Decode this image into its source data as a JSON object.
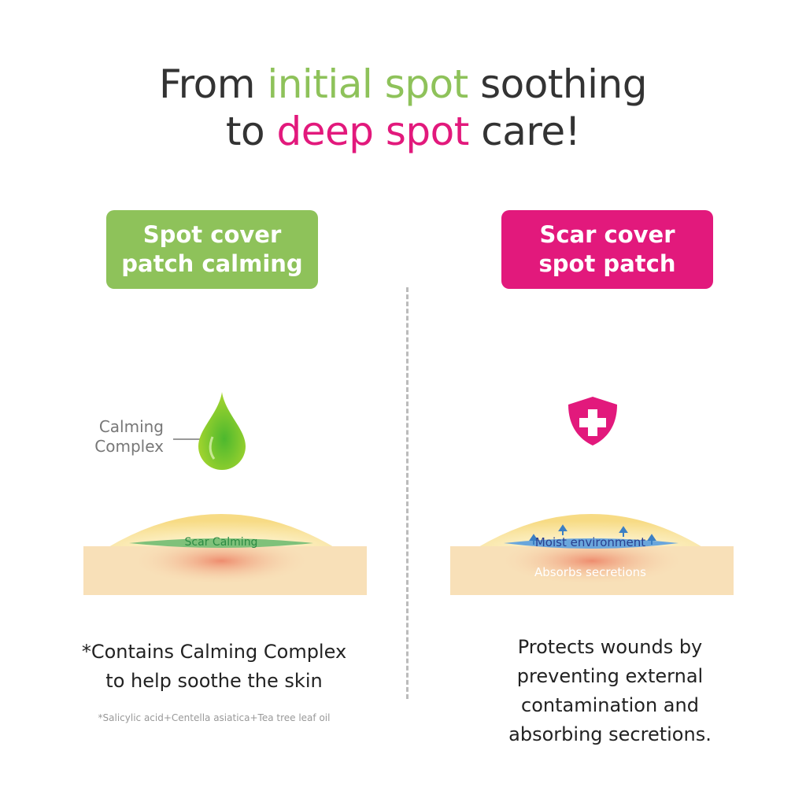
{
  "headline": {
    "line1": {
      "pre": "From ",
      "highlight": "initial spot",
      "post": " soothing"
    },
    "line2": {
      "pre": "to ",
      "highlight": "deep spot",
      "post": " care!"
    }
  },
  "left": {
    "badge": [
      "Spot cover",
      "patch calming"
    ],
    "ingredient_label": [
      "Calming",
      "Complex"
    ],
    "lens_label": "Scar Calming",
    "description": [
      "*Contains Calming Complex",
      "to help soothe the skin"
    ],
    "footnote": "*Salicylic acid+Centella asiatica+Tea tree leaf oil"
  },
  "right": {
    "badge": [
      "Scar cover",
      "spot patch"
    ],
    "lens_label": "Moist environment",
    "skin_label": "Absorbs secretions",
    "description": [
      "Protects wounds by",
      "preventing external",
      "contamination and",
      "absorbing secretions."
    ]
  },
  "colors": {
    "green": "#8ec25a",
    "pink": "#e2197c"
  }
}
